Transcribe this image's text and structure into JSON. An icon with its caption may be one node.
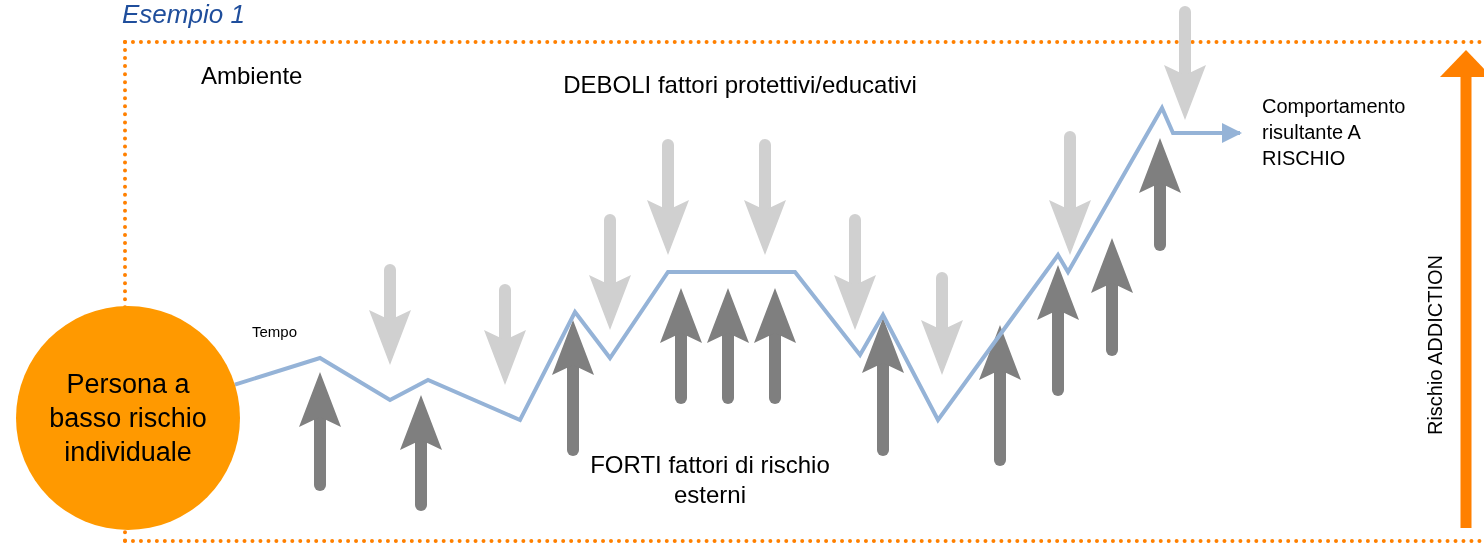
{
  "diagram": {
    "title": "Esempio 1",
    "nodes": [
      {
        "text": [
          "Ambiente"
        ]
      },
      {
        "text": [
          "Persona a basso rischio individuale"
        ]
      },
      {
        "text": [
          "Comportamento risultante A RISCHIO"
        ],
        "in": 0
      }
    ],
    "edges": [
      {
        "from": 1,
        "to": 2,
        "arrow": "to",
        "label": "Tempo",
        "color": "#95b3d7"
      }
    ],
    "labels": [
      "DEBOLI fattori protettivi/educativi",
      "FORTI fattori di rischio esterni",
      "Rischio ADDICTION"
    ]
  }
}
